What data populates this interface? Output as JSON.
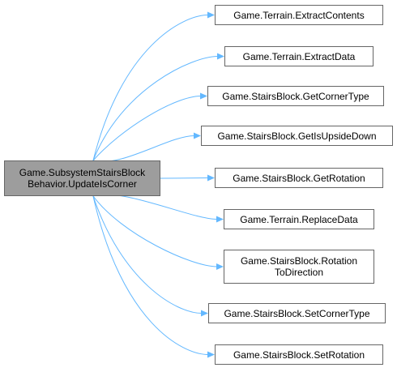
{
  "graph": {
    "source": {
      "line1": "Game.SubsystemStairsBlock",
      "line2": "Behavior.UpdateIsCorner"
    },
    "targets": [
      {
        "id": "extract-contents",
        "lines": [
          "Game.Terrain.ExtractContents"
        ]
      },
      {
        "id": "extract-data",
        "lines": [
          "Game.Terrain.ExtractData"
        ]
      },
      {
        "id": "get-corner-type",
        "lines": [
          "Game.StairsBlock.GetCornerType"
        ]
      },
      {
        "id": "get-is-upside-down",
        "lines": [
          "Game.StairsBlock.GetIsUpsideDown"
        ]
      },
      {
        "id": "get-rotation",
        "lines": [
          "Game.StairsBlock.GetRotation"
        ]
      },
      {
        "id": "replace-data",
        "lines": [
          "Game.Terrain.ReplaceData"
        ]
      },
      {
        "id": "rotation-to-direction",
        "lines": [
          "Game.StairsBlock.Rotation",
          "ToDirection"
        ]
      },
      {
        "id": "set-corner-type",
        "lines": [
          "Game.StairsBlock.SetCornerType"
        ]
      },
      {
        "id": "set-rotation",
        "lines": [
          "Game.StairsBlock.SetRotation"
        ]
      }
    ],
    "colors": {
      "edge": "#63b8ff",
      "source_fill": "#9d9d9d",
      "node_border": "#666666"
    }
  }
}
